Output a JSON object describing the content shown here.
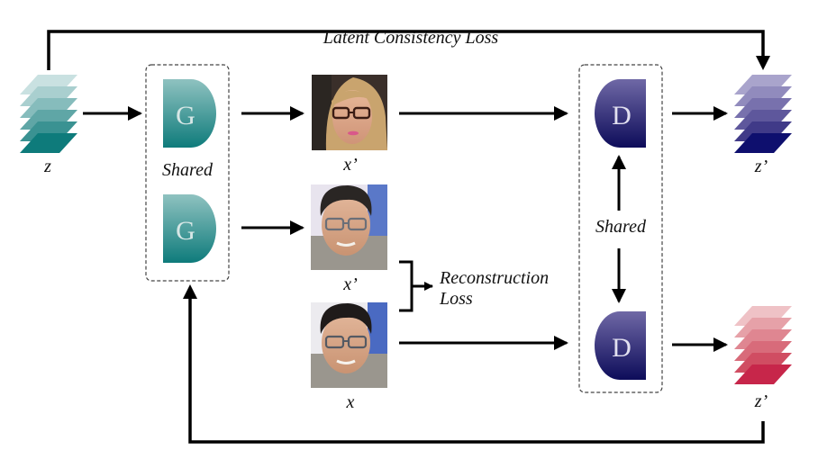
{
  "figure": {
    "latent_consistency_label": "Latent Consistency Loss",
    "reconstruction_label_line1": "Reconstruction",
    "reconstruction_label_line2": "Loss",
    "generator_shared_label": "Shared",
    "discriminator_shared_label": "Shared"
  },
  "nodes": {
    "input_latent": {
      "label": "z",
      "colors": [
        "#c9e1e1",
        "#a9cfcf",
        "#86bcbc",
        "#5fa6a6",
        "#3a9292",
        "#0e7b7b"
      ]
    },
    "generator_top": {
      "glyph": "G"
    },
    "generator_bottom": {
      "glyph": "G"
    },
    "generated_image_other": {
      "label": "x’",
      "description": "generated face - woman with glasses"
    },
    "generated_image_recon": {
      "label": "x’",
      "description": "reconstructed face - man with glasses"
    },
    "real_image": {
      "label": "x",
      "description": "real face - man with glasses"
    },
    "discriminator_top": {
      "glyph": "D"
    },
    "discriminator_bottom": {
      "glyph": "D"
    },
    "output_latent_fake": {
      "label": "z’",
      "colors": [
        "#a9a4cc",
        "#918bbd",
        "#7871ad",
        "#5e579c",
        "#403a88",
        "#0e0f6e"
      ]
    },
    "output_latent_real": {
      "label": "z’",
      "colors": [
        "#efc2c6",
        "#e6a1a8",
        "#df8691",
        "#d86b7a",
        "#d04d62",
        "#c7264a"
      ]
    }
  },
  "colors": {
    "generator_top": "#8fc2c0",
    "generator_bottom": "#0e7b7b",
    "discriminator_top": "#6f68a6",
    "discriminator_bottom": "#0d0c5a",
    "arrow": "#000000"
  }
}
